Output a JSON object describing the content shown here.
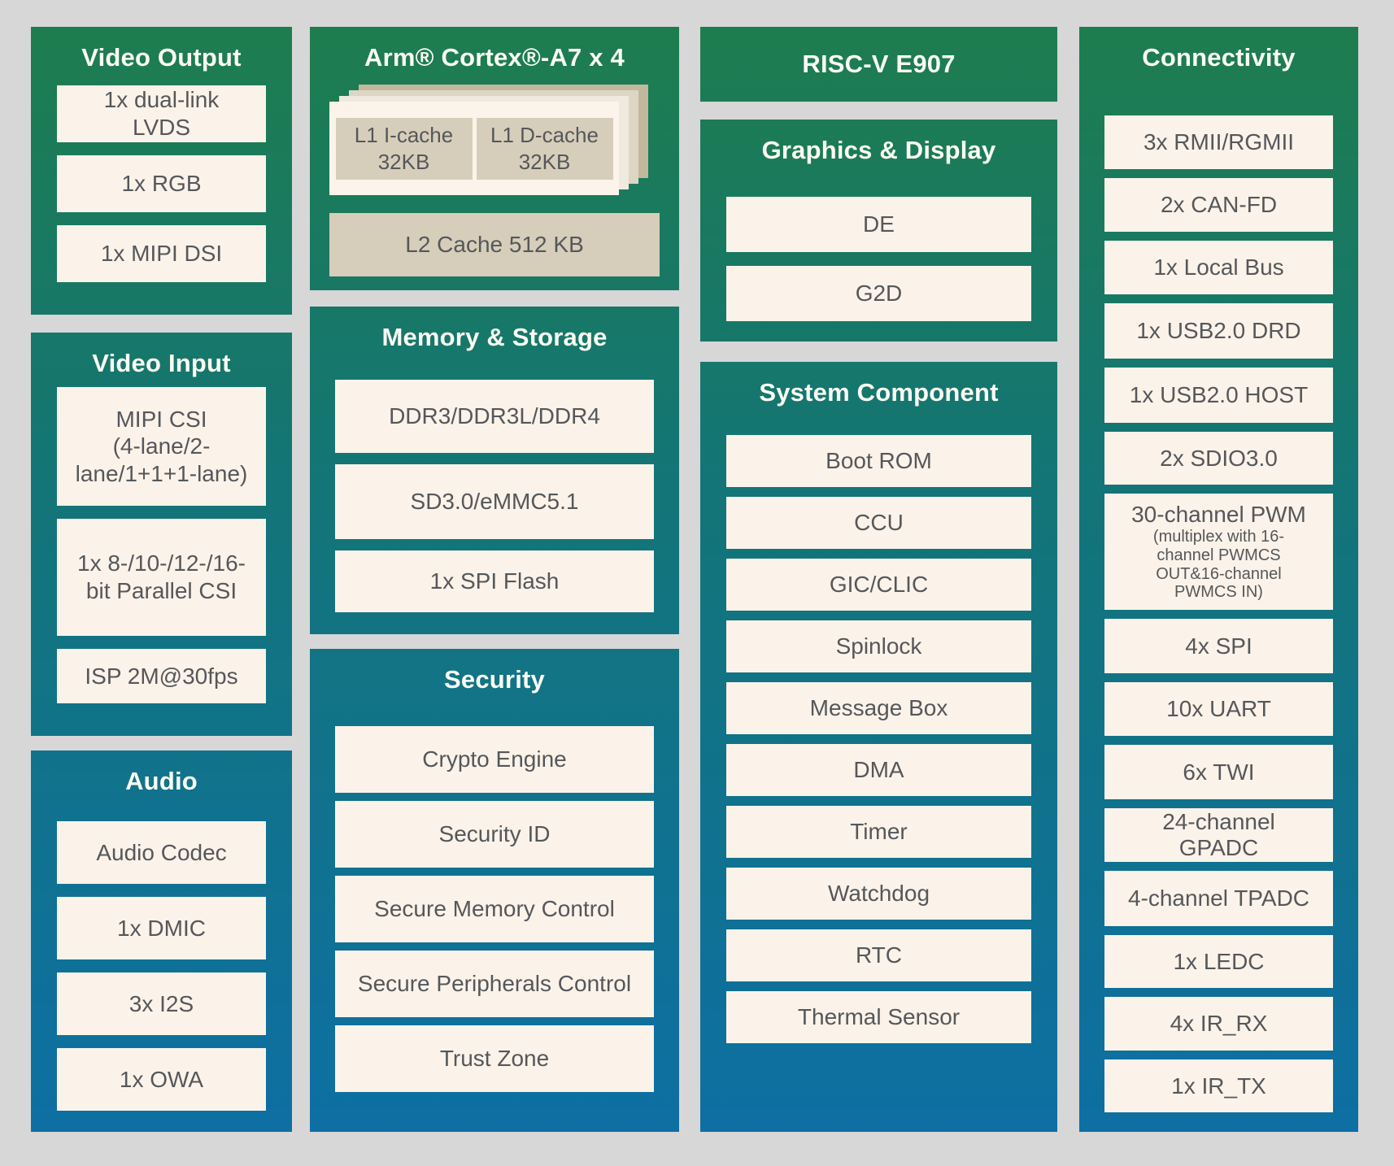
{
  "colors": {
    "background": "#d7d7d7",
    "green": "#1e7d4e",
    "teal": "#137577",
    "blue": "#0d6fa3",
    "item_cream": "#fbf3e9",
    "cache_tan": "#d6ceba",
    "item_text": "#55575b",
    "title_text": "#fdfcf2"
  },
  "diagram": {
    "video_output": {
      "title": "Video Output",
      "items": [
        "1x dual-link\nLVDS",
        "1x RGB",
        "1x MIPI DSI"
      ]
    },
    "video_input": {
      "title": "Video Input",
      "items": [
        "MIPI CSI\n(4-lane/2-\nlane/1+1+1-lane)",
        "1x 8-/10-/12-/16-\nbit Parallel CSI",
        "ISP 2M@30fps"
      ]
    },
    "audio": {
      "title": "Audio",
      "items": [
        "Audio Codec",
        "1x DMIC",
        "3x I2S",
        "1x OWA"
      ]
    },
    "cpu": {
      "title": "Arm® Cortex®-A7 x 4",
      "l1_icache": "L1 I-cache\n32KB",
      "l1_dcache": "L1 D-cache\n32KB",
      "l2_cache": "L2 Cache 512 KB"
    },
    "memory_storage": {
      "title": "Memory & Storage",
      "items": [
        "DDR3/DDR3L/DDR4",
        "SD3.0/eMMC5.1",
        "1x SPI Flash"
      ]
    },
    "security": {
      "title": "Security",
      "items": [
        "Crypto Engine",
        "Security ID",
        "Secure Memory Control",
        "Secure Peripherals Control",
        "Trust Zone"
      ]
    },
    "riscv": {
      "title": "RISC-V E907"
    },
    "graphics_display": {
      "title": "Graphics & Display",
      "items": [
        "DE",
        "G2D"
      ]
    },
    "system_component": {
      "title": "System Component",
      "items": [
        "Boot ROM",
        "CCU",
        "GIC/CLIC",
        "Spinlock",
        "Message Box",
        "DMA",
        "Timer",
        "Watchdog",
        "RTC",
        "Thermal Sensor"
      ]
    },
    "connectivity": {
      "title": "Connectivity",
      "items_top": [
        "3x RMII/RGMII",
        "2x CAN-FD",
        "1x Local Bus",
        "1x USB2.0 DRD",
        "1x USB2.0 HOST",
        "2x SDIO3.0"
      ],
      "pwm": {
        "label": "30-channel PWM",
        "sub": "(multiplex with 16-\nchannel PWMCS\nOUT&16-channel\nPWMCS IN)"
      },
      "items_bottom": [
        "4x SPI",
        "10x UART",
        "6x TWI",
        "24-channel\nGPADC",
        "4-channel TPADC",
        "1x LEDC",
        "4x IR_RX",
        "1x IR_TX"
      ]
    }
  }
}
